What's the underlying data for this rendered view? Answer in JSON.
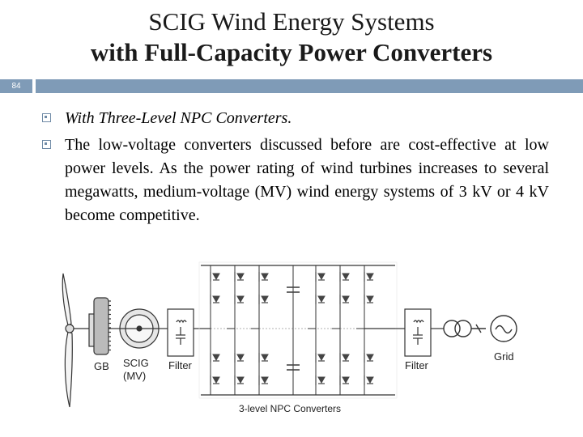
{
  "slide": {
    "title_line1": "SCIG Wind Energy Systems",
    "title_line2": "with Full-Capacity Power Converters",
    "number": "84"
  },
  "bullets": [
    "With Three-Level NPC Converters.",
    "The low-voltage converters discussed before are cost-effective at low power levels. As the power rating of wind turbines increases to several megawatts, medium-voltage (MV) wind energy systems of 3 kV or 4 kV become competitive."
  ],
  "diagram": {
    "labels": {
      "gb": "GB",
      "scig": "SCIG",
      "mv": "(MV)",
      "filter_left": "Filter",
      "filter_right": "Filter",
      "grid": "Grid",
      "converters": "3-level NPC Converters"
    },
    "colors": {
      "line": "#333333",
      "device": "#444444",
      "bus": "#cccccc"
    }
  }
}
